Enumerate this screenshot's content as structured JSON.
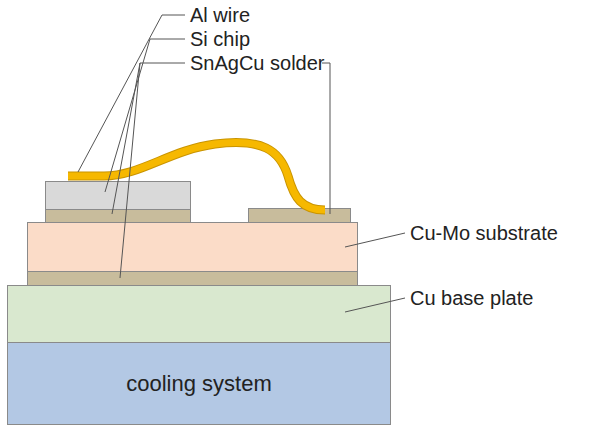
{
  "diagram": {
    "nodes": [
      {
        "text": [
          "cooling system"
        ]
      }
    ],
    "labels": [
      "Al wire",
      "Si chip",
      "SnAgCu solder",
      "Cu-Mo substrate",
      "Cu base plate"
    ]
  }
}
